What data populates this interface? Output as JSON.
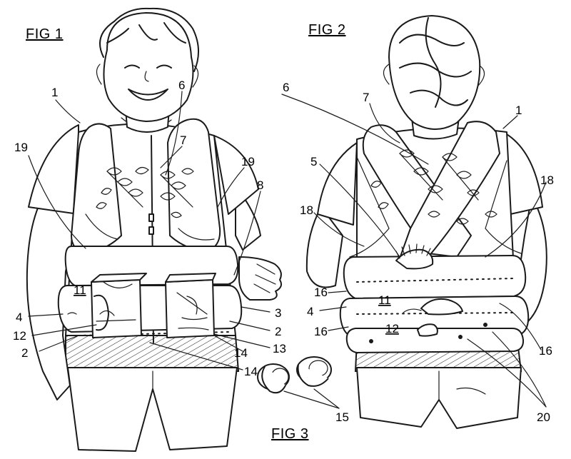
{
  "figures": {
    "fig1": "FIG 1",
    "fig2": "FIG 2",
    "fig3": "FIG 3"
  },
  "labels": [
    {
      "id": "l1",
      "text": "1"
    },
    {
      "id": "l19a",
      "text": "19"
    },
    {
      "id": "l6a",
      "text": "6"
    },
    {
      "id": "l7a",
      "text": "7"
    },
    {
      "id": "l19b",
      "text": "19"
    },
    {
      "id": "l8",
      "text": "8"
    },
    {
      "id": "l11a",
      "text": "11"
    },
    {
      "id": "l4a",
      "text": "4"
    },
    {
      "id": "l12a",
      "text": "12"
    },
    {
      "id": "l2a",
      "text": "2"
    },
    {
      "id": "l3",
      "text": "3"
    },
    {
      "id": "l2b",
      "text": "2"
    },
    {
      "id": "l13",
      "text": "13"
    },
    {
      "id": "l14a",
      "text": "14"
    },
    {
      "id": "l14b",
      "text": "14"
    },
    {
      "id": "l15",
      "text": "15"
    },
    {
      "id": "l6b",
      "text": "6"
    },
    {
      "id": "l7b",
      "text": "7"
    },
    {
      "id": "l1b",
      "text": "1"
    },
    {
      "id": "l5",
      "text": "5"
    },
    {
      "id": "l18a",
      "text": "18"
    },
    {
      "id": "l18b",
      "text": "18"
    },
    {
      "id": "l16a",
      "text": "16"
    },
    {
      "id": "l11b",
      "text": "11"
    },
    {
      "id": "l4b",
      "text": "4"
    },
    {
      "id": "l16b",
      "text": "16"
    },
    {
      "id": "l12b",
      "text": "12"
    },
    {
      "id": "l16c",
      "text": "16"
    },
    {
      "id": "l20",
      "text": "20"
    }
  ]
}
